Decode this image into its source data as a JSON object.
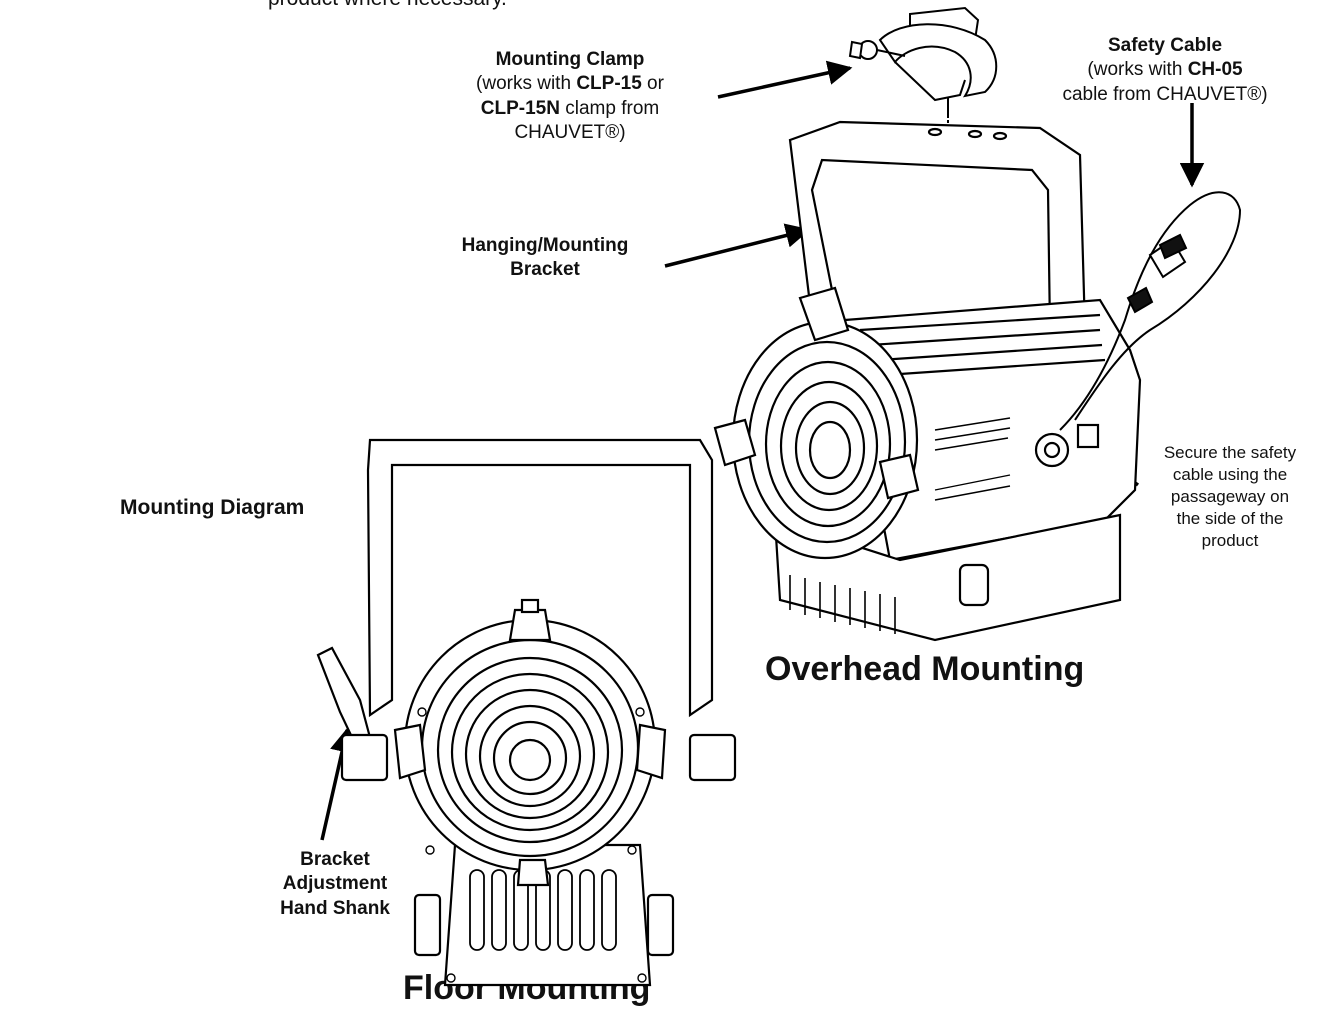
{
  "intro_fragment": "product where necessary.",
  "side_title": "Mounting Diagram",
  "labels": {
    "mounting_clamp": {
      "title": "Mounting Clamp",
      "line2_pre": "(works with ",
      "line2_code": "CLP-15",
      "line2_post": " or",
      "line3_code": "CLP-15N",
      "line3_post": " clamp from",
      "line4": "CHAUVET®)"
    },
    "safety_cable": {
      "title": "Safety Cable",
      "line2_pre": "(works with ",
      "line2_code": "CH-05",
      "line3": "cable from CHAUVET®)"
    },
    "hanging_bracket": {
      "line1": "Hanging/Mounting",
      "line2": "Bracket"
    },
    "secure_note": {
      "line1": "Secure the safety",
      "line2": "cable using the",
      "line3": "passageway on",
      "line4": "the side of the",
      "line5": "product"
    },
    "hand_shank": {
      "line1": "Bracket",
      "line2": "Adjustment",
      "line3": "Hand Shank"
    }
  },
  "captions": {
    "overhead": "Overhead Mounting",
    "floor": "Floor Mounting"
  }
}
